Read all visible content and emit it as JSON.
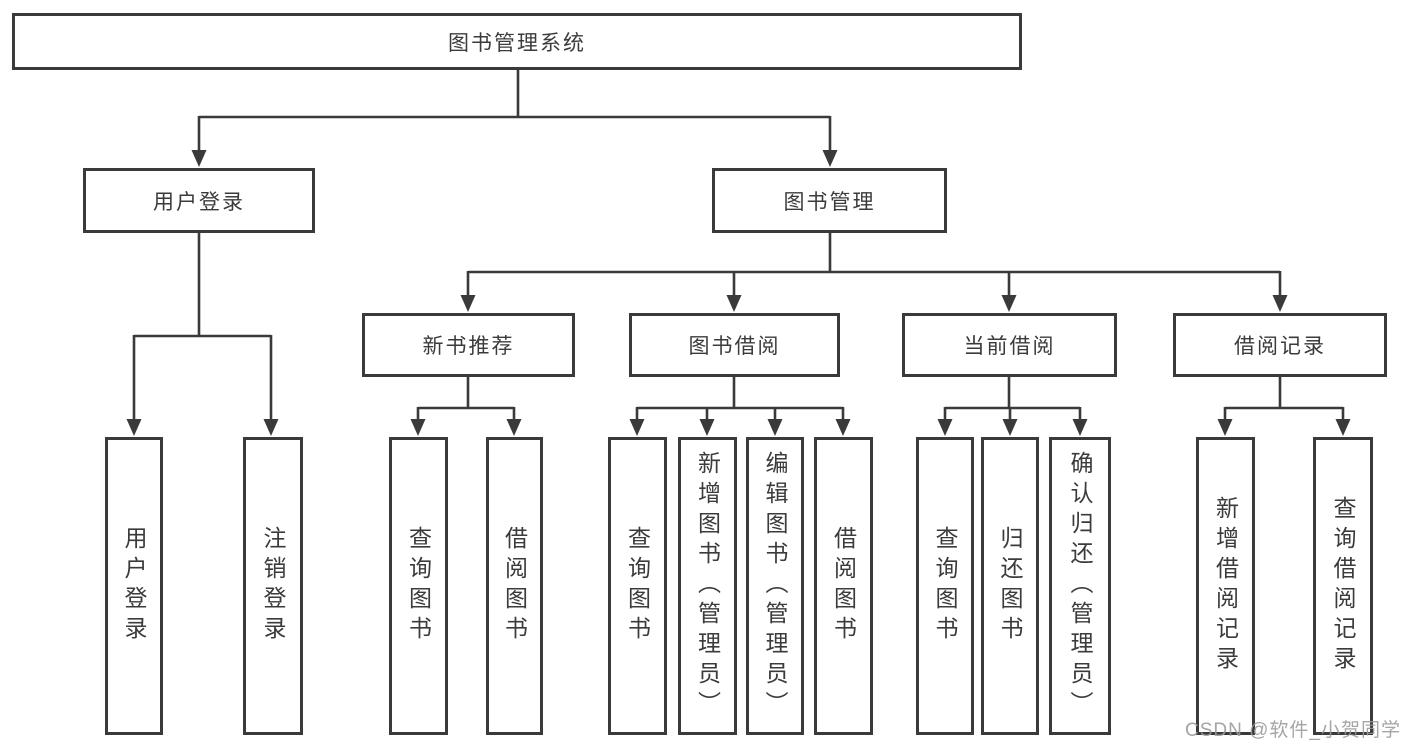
{
  "diagram": {
    "root": {
      "label": "图书管理系统"
    },
    "branches": [
      {
        "label": "用户登录",
        "children": [
          {
            "label": "用户登录"
          },
          {
            "label": "注销登录"
          }
        ]
      },
      {
        "label": "图书管理",
        "sections": [
          {
            "label": "新书推荐",
            "children": [
              {
                "label": "查询图书"
              },
              {
                "label": "借阅图书"
              }
            ]
          },
          {
            "label": "图书借阅",
            "children": [
              {
                "label": "查询图书"
              },
              {
                "label": "新增图书（管理员）"
              },
              {
                "label": "编辑图书（管理员）"
              },
              {
                "label": "借阅图书"
              }
            ]
          },
          {
            "label": "当前借阅",
            "children": [
              {
                "label": "查询图书"
              },
              {
                "label": "归还图书"
              },
              {
                "label": "确认归还（管理员）"
              }
            ]
          },
          {
            "label": "借阅记录",
            "children": [
              {
                "label": "新增借阅记录"
              },
              {
                "label": "查询借阅记录"
              }
            ]
          }
        ]
      }
    ]
  },
  "watermark": {
    "text": "CSDN @软件_小贺同学"
  },
  "colors": {
    "line": "#3a3a3a",
    "text": "#3b3b3b",
    "background": "#ffffff",
    "watermark": "#9b9b9b"
  }
}
